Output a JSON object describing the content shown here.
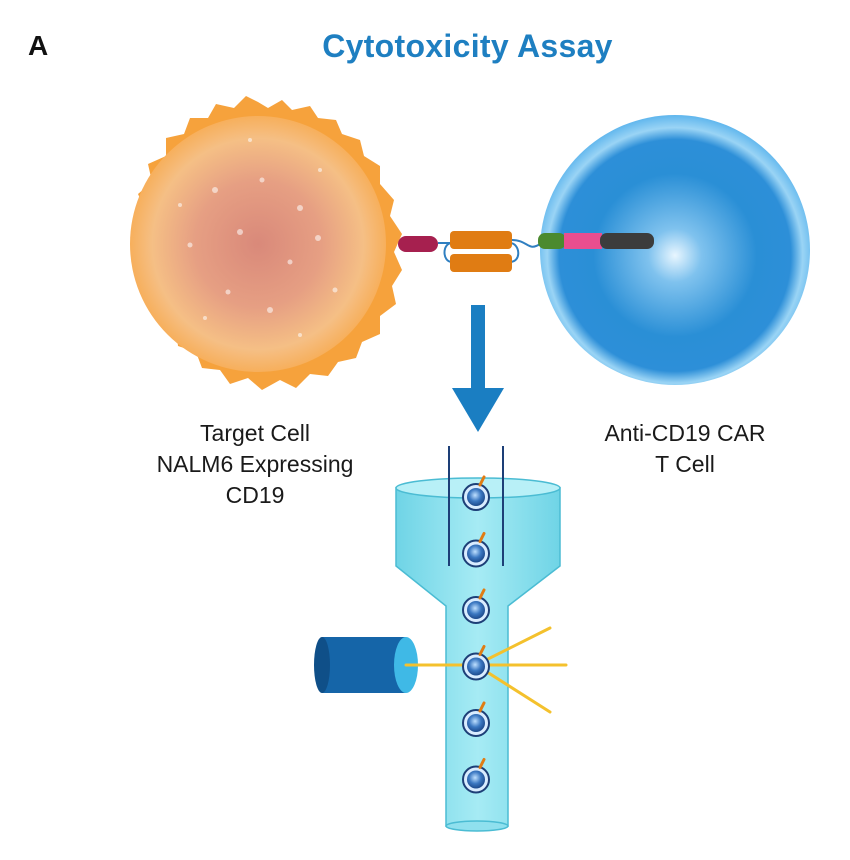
{
  "panel_letter": "A",
  "title": "Cytotoxicity Assay",
  "target_cell": {
    "line1": "Target Cell",
    "line2": "NALM6 Expressing",
    "line3": "CD19"
  },
  "car_t_cell": {
    "line1": "Anti-CD19 CAR",
    "line2": "T Cell"
  },
  "colors": {
    "title": "#1e7fc1",
    "target_outer": "#f6a94a",
    "target_inner": "#d9897a",
    "tcell_outer": "#43a9e6",
    "tcell_inner": "#1f7fc7",
    "arrow": "#1a7ec2",
    "flow_cell": "#7fdcea",
    "laser_beam": "#f4c12d",
    "laser_housing": "#1565a8",
    "cd19_antigen": "#a6204f",
    "scfv": "#e07c13",
    "hinge": "#4b8a2f",
    "costim": "#e94e8f",
    "cd3z": "#3c3c3c"
  },
  "flow_cells_count": 6
}
